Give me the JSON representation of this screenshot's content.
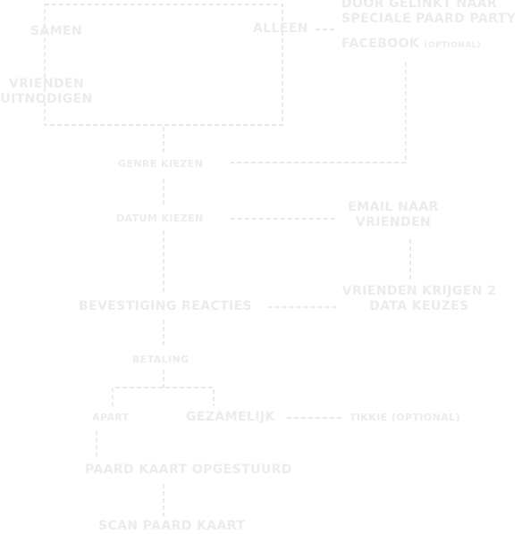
{
  "nodes": {
    "samen": "SAMEN",
    "alleen": "ALLEEN",
    "vrienden_uitnodigen": [
      "VRIENDEN",
      "UITNODIGEN"
    ],
    "door_gelinkt": [
      "DOOR GELINKT NAAR",
      "SPECIALE PAARD PARTY"
    ],
    "facebook": "FACEBOOK",
    "facebook_note": "(OPTIONAL)",
    "genre_kiezen": "GENRE KIEZEN",
    "datum_kiezen": "DATUM KIEZEN",
    "email_naar_vrienden": [
      "EMAIL NAAR",
      "VRIENDEN"
    ],
    "vrienden_krijgen": [
      "VRIENDEN KRIJGEN 2",
      "DATA KEUZES"
    ],
    "bevestiging_reacties": "BEVESTIGING REACTIES",
    "betaling": "BETALING",
    "apart": "APART",
    "gezamelijk": "GEZAMELIJK",
    "tikkie": "TIKKIE (OPTIONAL)",
    "paard_kaart": "PAARD KAART OPGESTUURD",
    "scan_paard_kaart": "SCAN PAARD KAART"
  },
  "colors": {
    "label": "#ececec",
    "connector": "#e4e4e4",
    "background": "#ffffff"
  }
}
